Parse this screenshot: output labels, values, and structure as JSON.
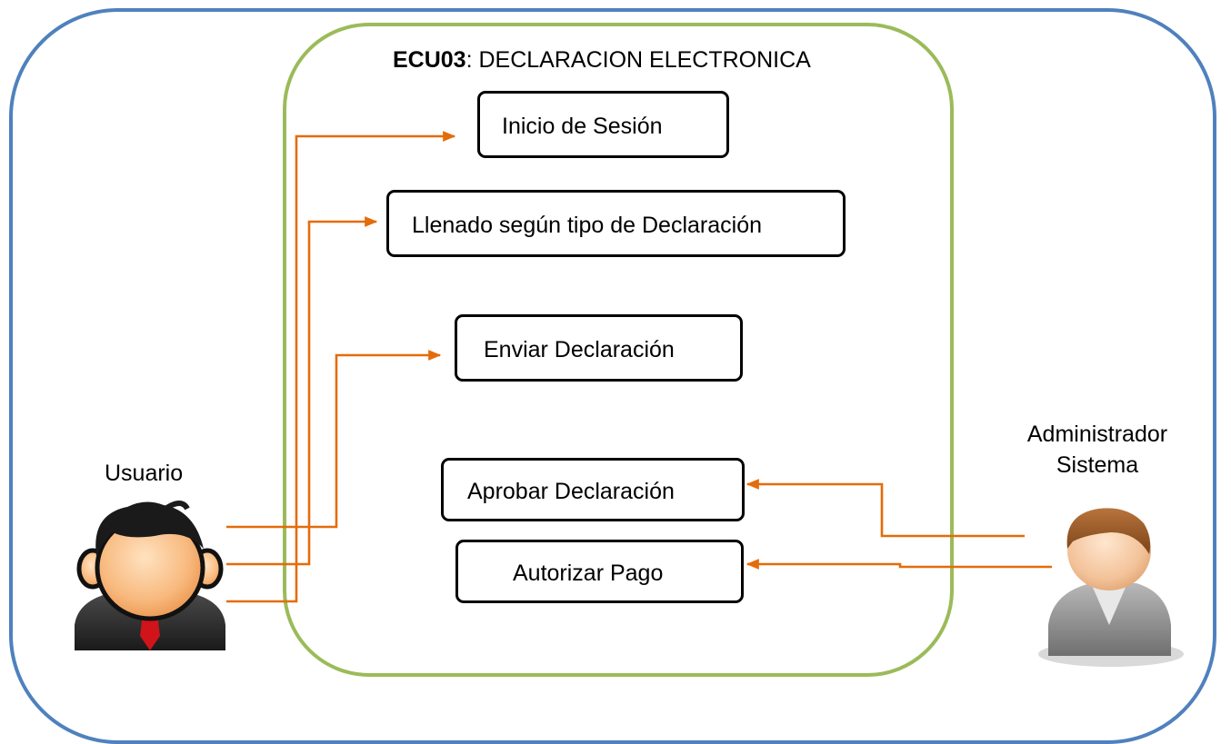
{
  "diagram": {
    "title": {
      "code": "ECU03",
      "rest": ": DECLARACION ELECTRONICA"
    },
    "use_cases": [
      {
        "id": "inicio",
        "label": "Inicio de Sesión"
      },
      {
        "id": "llenado",
        "label": "Llenado según tipo de Declaración"
      },
      {
        "id": "enviar",
        "label": "Enviar Declaración"
      },
      {
        "id": "aprobar",
        "label": "Aprobar Declaración"
      },
      {
        "id": "autorizar",
        "label": "Autorizar Pago"
      }
    ],
    "actors": [
      {
        "id": "usuario",
        "label": "Usuario",
        "icon": "businessman-icon"
      },
      {
        "id": "admin",
        "label_line1": "Administrador",
        "label_line2": "Sistema",
        "icon": "user-icon"
      }
    ],
    "colors": {
      "outer_border": "#4f81bd",
      "system_border": "#9bbb59",
      "connector": "#e46c0a"
    }
  }
}
